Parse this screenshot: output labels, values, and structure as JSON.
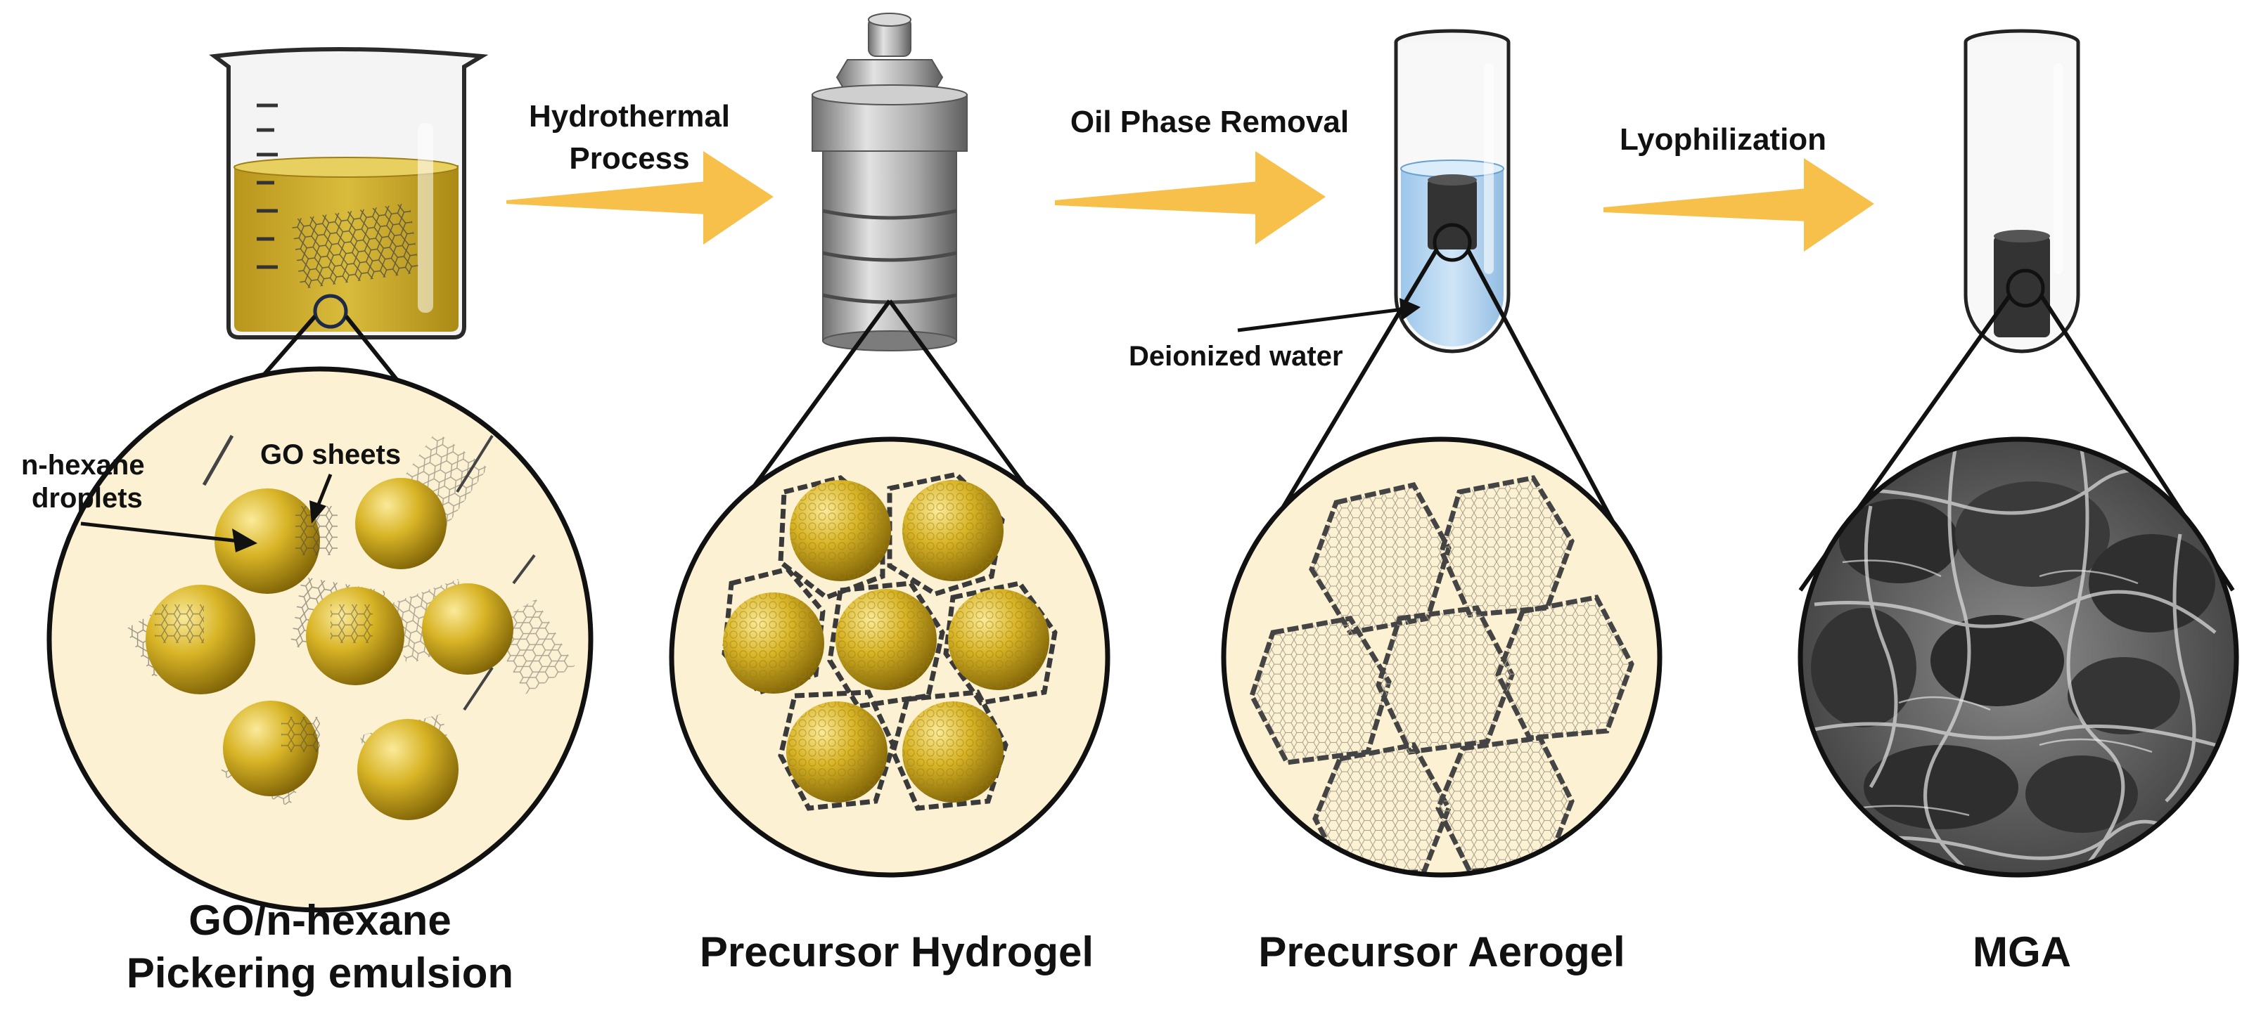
{
  "colors": {
    "arrow": "#F7C04A",
    "liquid": "#C9A82A",
    "droplet": "#D4AE1E",
    "droplet_light": "#F4DA6A",
    "droplet_dark": "#8A6C08",
    "zoom_fill": "#FCF1D3",
    "water": "#B8D8F2",
    "gel_block": "#333333",
    "metal": "#9A9A9A",
    "outline": "#111111"
  },
  "arrows": [
    {
      "lines": [
        "Hydrothermal",
        "Process"
      ]
    },
    {
      "lines": [
        "Oil Phase Removal"
      ]
    },
    {
      "lines": [
        "Lyophilization"
      ]
    }
  ],
  "annotations": {
    "droplets": [
      "n-hexane",
      "droplets"
    ],
    "sheets": "GO sheets",
    "water": "Deionized water"
  },
  "stages": [
    {
      "title_lines": [
        "GO/n-hexane",
        "Pickering emulsion"
      ],
      "icon": "beaker-icon"
    },
    {
      "title_lines": [
        "Precursor Hydrogel"
      ],
      "icon": "autoclave-icon"
    },
    {
      "title_lines": [
        "Precursor Aerogel"
      ],
      "icon": "test-tube-water-icon"
    },
    {
      "title_lines": [
        "MGA"
      ],
      "icon": "test-tube-aerogel-icon"
    }
  ]
}
